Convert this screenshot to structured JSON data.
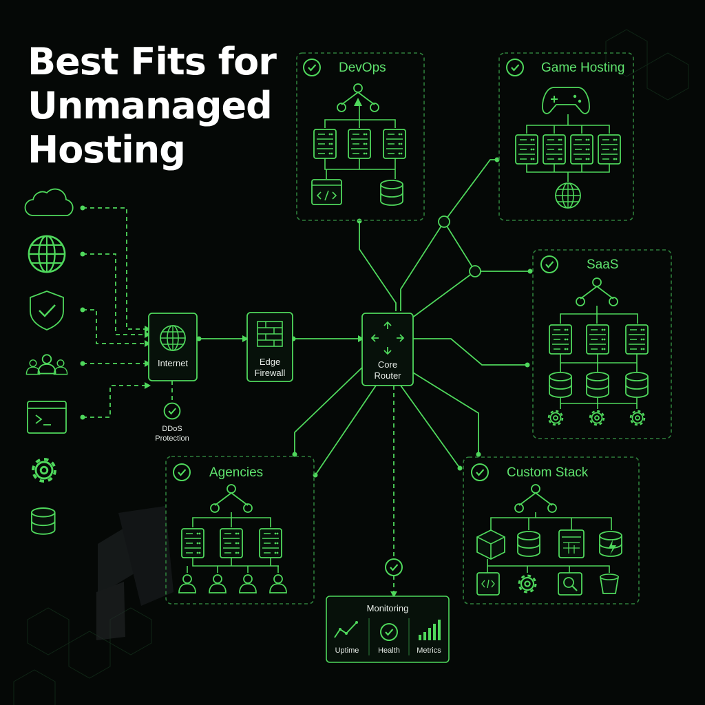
{
  "title": {
    "line1": "Best Fits for",
    "line2": "Unmanaged",
    "line3": "Hosting"
  },
  "network": {
    "internet": "Internet",
    "firewall_line1": "Edge",
    "firewall_line2": "Firewall",
    "router_line1": "Core",
    "router_line2": "Router",
    "ddos_line1": "DDoS",
    "ddos_line2": "Protection"
  },
  "groups": {
    "devops": "DevOps",
    "game": "Game Hosting",
    "saas": "SaaS",
    "agencies": "Agencies",
    "custom": "Custom Stack"
  },
  "monitoring": {
    "title": "Monitoring",
    "uptime": "Uptime",
    "health": "Health",
    "metrics": "Metrics"
  },
  "sources": [
    "cloud-icon",
    "globe-icon",
    "shield-icon",
    "users-icon",
    "terminal-icon",
    "gear-icon",
    "database-icon"
  ],
  "colors": {
    "accent": "#5fe36e",
    "background": "#050806",
    "text": "#ffffff"
  }
}
